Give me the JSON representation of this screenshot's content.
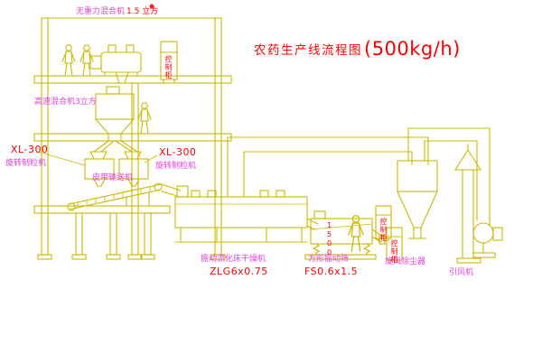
{
  "title": {
    "name": "农药生产线流程图",
    "capacity": "(500kg/h)"
  },
  "equipment_labels": {
    "gravity_free_mixer": {
      "name": "无重力混合机",
      "size": "1.5 立方"
    },
    "high_speed_mixer": "高速混合机3立方",
    "granulator_left": {
      "model": "XL-300",
      "name": "旋转制粒机"
    },
    "granulator_right": {
      "model": "XL-300",
      "name": "旋转制粒机"
    },
    "belt_conveyor": "皮带输送机",
    "fluid_bed_dryer": {
      "name": "振动流化床干燥机",
      "model": "ZLG6x0.75"
    },
    "vibrating_screen": {
      "name": "方形振动筛",
      "model": "FS0.6x1.5",
      "dim": "1500"
    },
    "cyclone": "旋风除尘器",
    "fan": "引风机",
    "control_cabinet": "控制柜"
  },
  "colors": {
    "line_yellow": "#ccb800",
    "label_magenta": "#e83ee8",
    "label_red": "#ff0000",
    "background": "#ffffff"
  }
}
